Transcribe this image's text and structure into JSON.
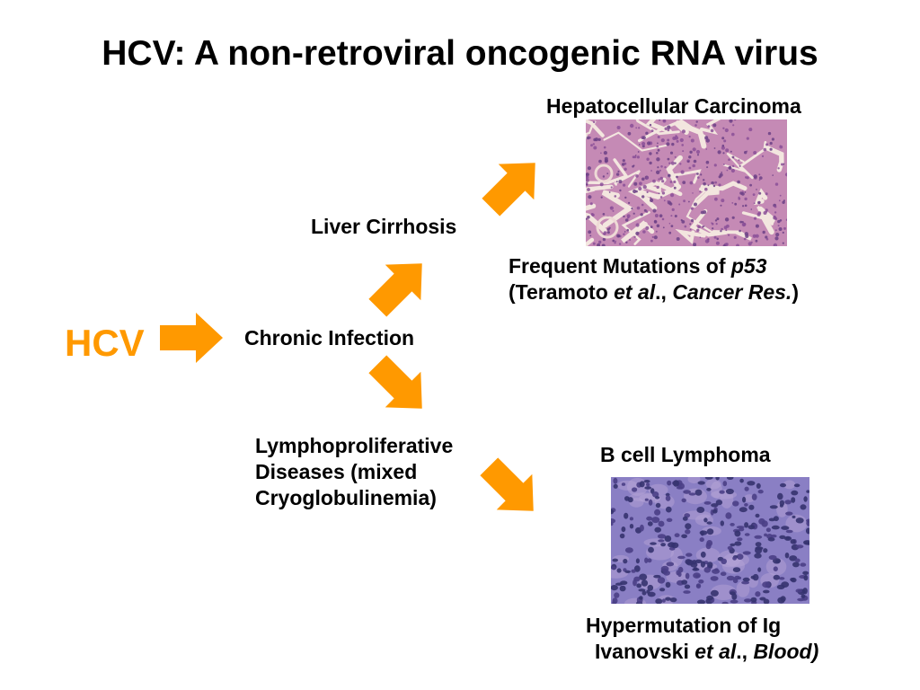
{
  "title": "HCV: A non-retroviral oncogenic RNA virus",
  "nodes": {
    "hcv": "HCV",
    "chronic": "Chronic Infection",
    "cirrhosis": "Liver Cirrhosis",
    "lympho_1": "Lymphoproliferative",
    "lympho_2": "Diseases (mixed",
    "lympho_3": "Cryoglobulinemia)",
    "hcc": "Hepatocellular Carcinoma",
    "bcell": "B cell Lymphoma"
  },
  "notes": {
    "hcc_line1_prefix": "Frequent Mutations of ",
    "hcc_line1_gene": "p53",
    "hcc_line2_open": "(Teramoto ",
    "hcc_line2_etal": "et al",
    "hcc_line2_sep": "., ",
    "hcc_line2_journal": "Cancer Res.",
    "hcc_line2_close": ")",
    "bcell_line1": "Hypermutation of Ig",
    "bcell_line2_author": "Ivanovski ",
    "bcell_line2_etal": "et al",
    "bcell_line2_sep": "., ",
    "bcell_line2_journal": "Blood)"
  },
  "colors": {
    "arrow": "#ff9900",
    "hcv_text": "#ff9900",
    "hcc_tissue_bg": "#c58ab5",
    "lymphoma_tissue_bg": "#8a7fc4"
  },
  "icons": {
    "arrow": "block-arrow-icon",
    "hcc_image": "hepatocellular-carcinoma-histology-image",
    "lymphoma_image": "b-cell-lymphoma-histology-image"
  }
}
